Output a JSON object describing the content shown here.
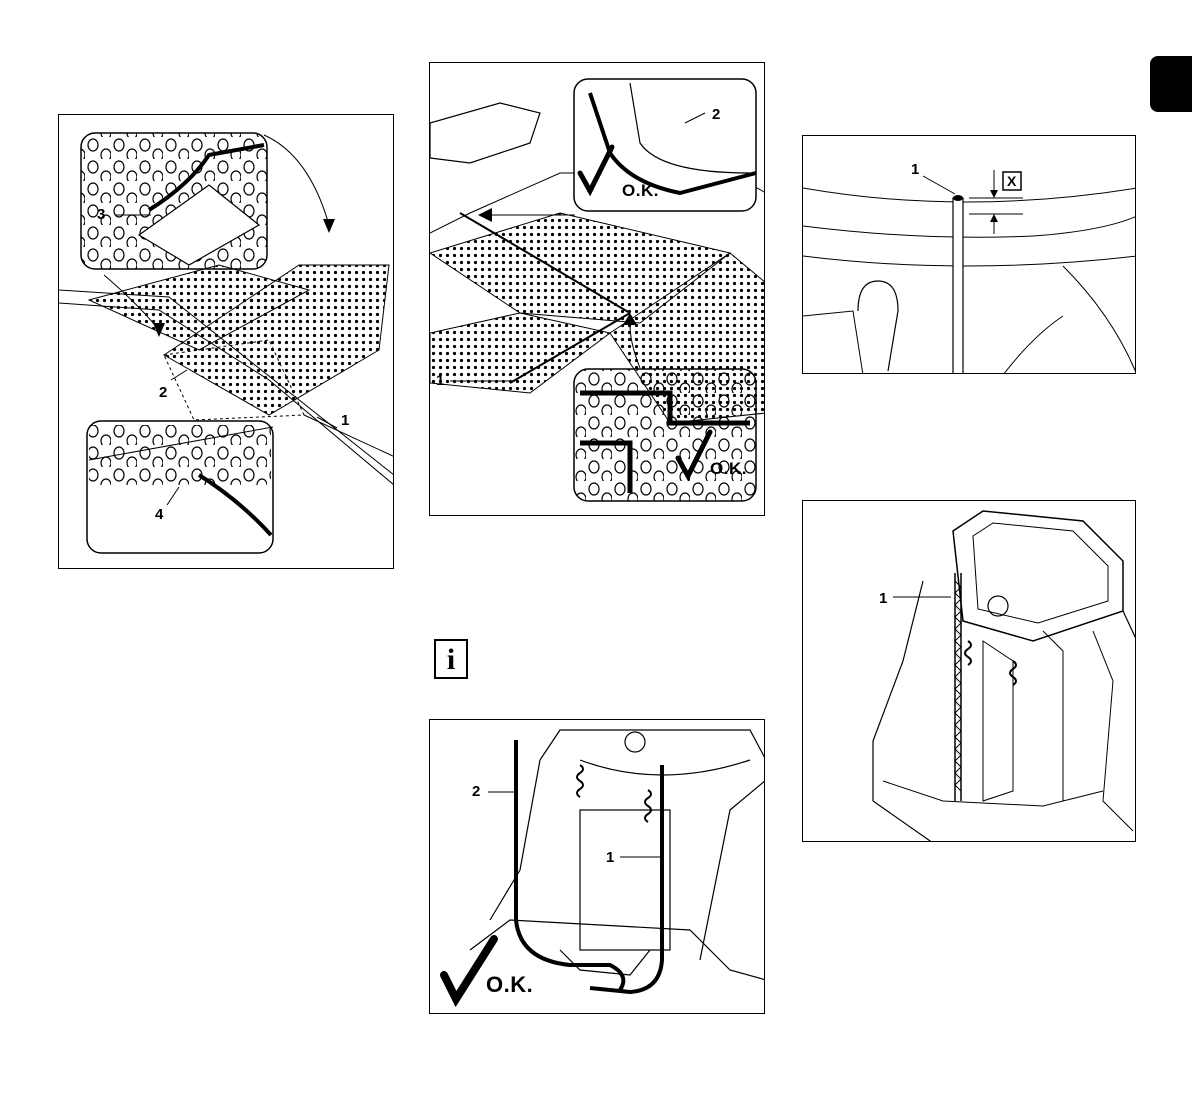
{
  "sidebar_tab": {
    "color": "#000000"
  },
  "info_icon": {
    "glyph": "i",
    "icon": "info-icon"
  },
  "figures": {
    "fig1": {
      "callouts": [
        "1",
        "2",
        "3",
        "4"
      ]
    },
    "fig2": {
      "callouts": [
        "1",
        "2"
      ],
      "ok_labels": [
        "O.K.",
        "O.K."
      ]
    },
    "fig3": {
      "callouts": [
        "1"
      ],
      "dimension_label": "X"
    },
    "fig4": {
      "callouts": [
        "1",
        "2"
      ],
      "ok_label": "O.K."
    },
    "fig5": {
      "callouts": [
        "1"
      ]
    }
  }
}
